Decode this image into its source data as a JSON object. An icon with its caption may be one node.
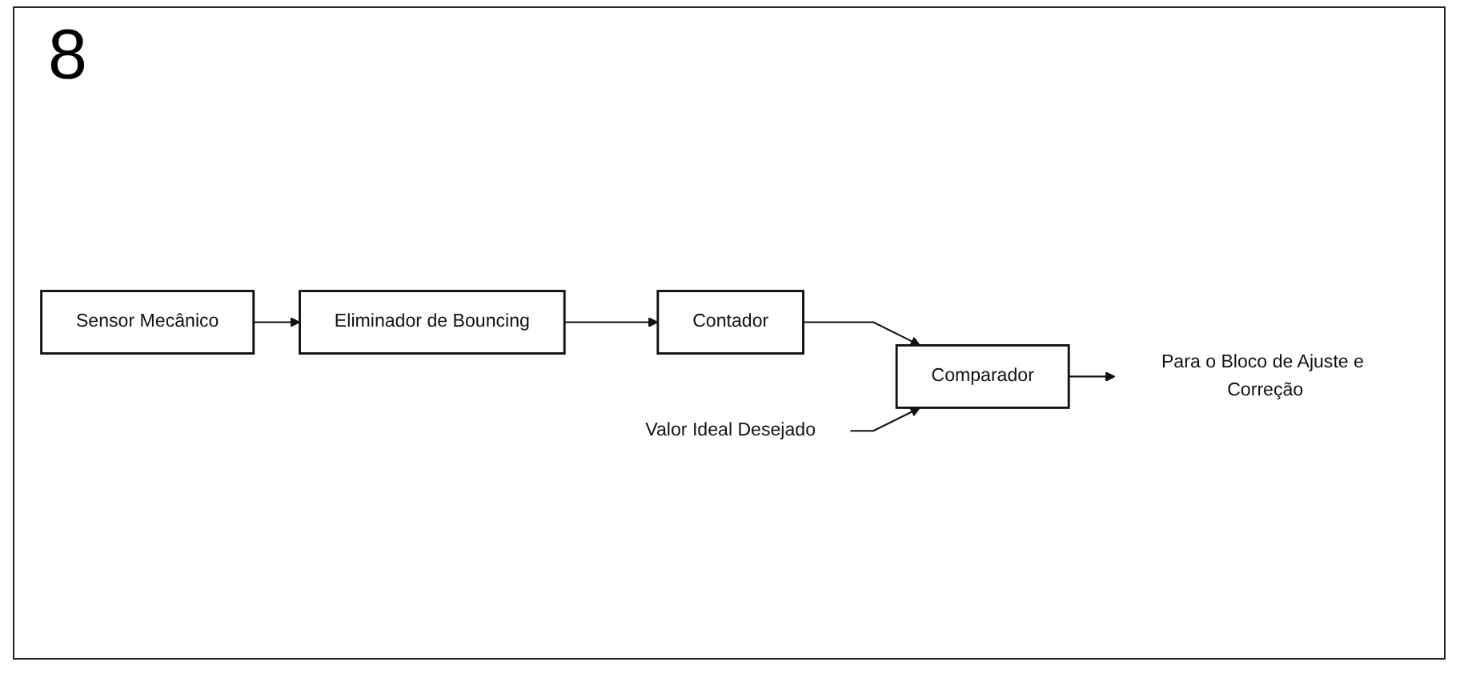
{
  "diagram": {
    "nodes": [
      {
        "text": [
          "Sensor Mecânico"
        ]
      },
      {
        "text": [
          "Eliminador de Bouncing"
        ]
      },
      {
        "text": [
          "Contador"
        ]
      },
      {
        "text": [
          "Comparador"
        ]
      },
      {
        "text": [
          "Para o Bloco de Ajuste e Correção"
        ]
      },
      {
        "text": [
          "Valor Ideal Desejado"
        ]
      }
    ],
    "edges": [
      {
        "from": 0,
        "to": 1,
        "arrow": "to"
      },
      {
        "from": 1,
        "to": 2,
        "arrow": "to"
      },
      {
        "from": 2,
        "to": 3,
        "arrow": "to"
      },
      {
        "from": 3,
        "to": 4,
        "arrow": "to"
      },
      {
        "from": 5,
        "to": 3,
        "arrow": "to"
      }
    ],
    "labels": [
      "8"
    ]
  }
}
